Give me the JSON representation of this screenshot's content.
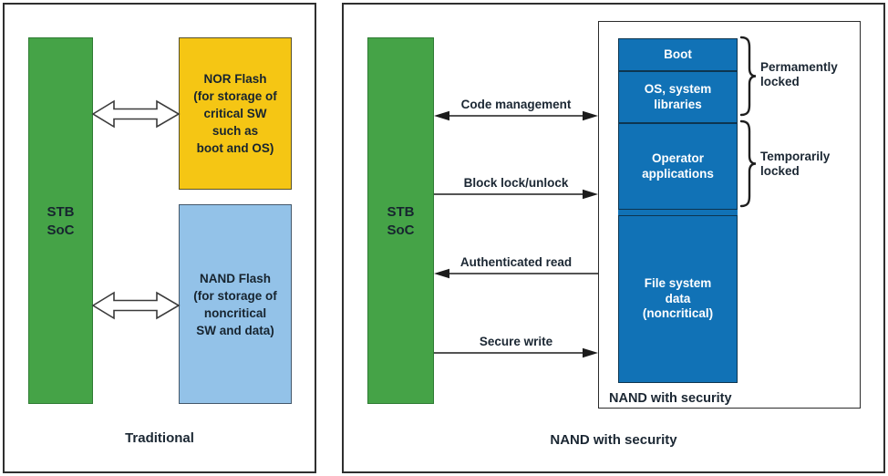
{
  "figure": {
    "left_panel": {
      "caption": "Traditional",
      "soc": {
        "line1": "STB",
        "line2": "SoC"
      },
      "nor_flash": {
        "lines": [
          "NOR Flash",
          "(for storage of",
          "critical SW",
          "such as",
          "boot and OS)"
        ]
      },
      "nand_flash": {
        "lines": [
          "NAND Flash",
          "(for storage of",
          "noncritical",
          "SW and data)"
        ]
      }
    },
    "right_panel": {
      "caption": "NAND with security",
      "soc": {
        "line1": "STB",
        "line2": "SoC"
      },
      "arrows": [
        {
          "label": "Code management",
          "direction": "both"
        },
        {
          "label": "Block lock/unlock",
          "direction": "right"
        },
        {
          "label": "Authenticated read",
          "direction": "left"
        },
        {
          "label": "Secure write",
          "direction": "right"
        }
      ],
      "nand_box": {
        "label": "NAND with security",
        "blocks": [
          {
            "lines": [
              "Boot"
            ]
          },
          {
            "lines": [
              "OS, system",
              "libraries"
            ]
          },
          {
            "lines": [
              "Operator",
              "applications"
            ]
          },
          {
            "lines": [
              "File system",
              "data",
              "(noncritical)"
            ]
          }
        ]
      },
      "braces": [
        {
          "lines": [
            "Permamently",
            "locked"
          ]
        },
        {
          "lines": [
            "Temporarily",
            "locked"
          ]
        }
      ]
    },
    "colors": {
      "soc_green": "#45a347",
      "nor_yellow": "#f5c614",
      "nand_light_blue": "#93c2e8",
      "secure_dark_blue": "#1172b6"
    }
  }
}
